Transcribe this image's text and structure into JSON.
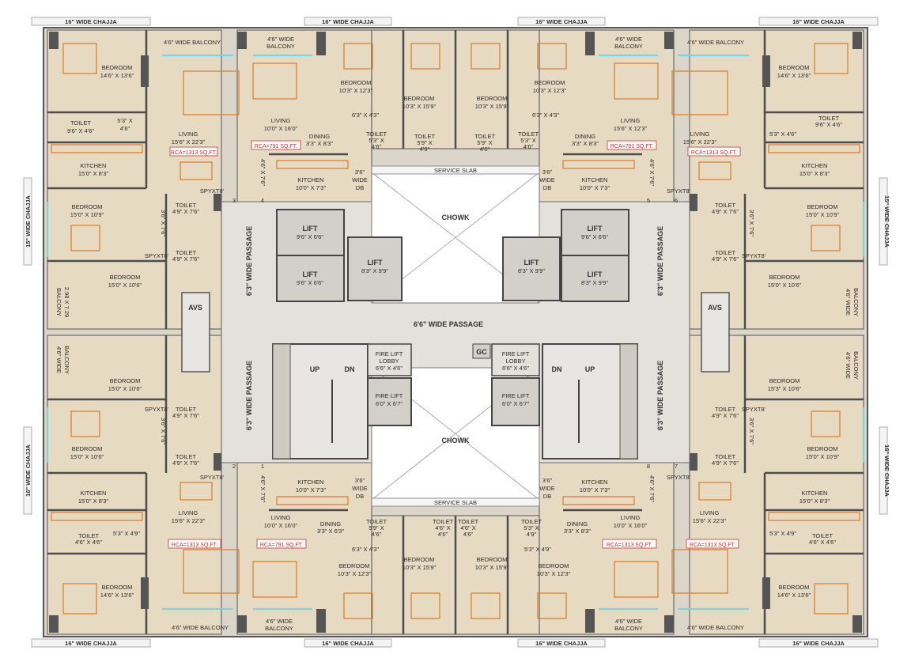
{
  "colors": {
    "flat_fill": "#e2d6bf",
    "floor": "#d8d2c6",
    "common": "#e4e1dc",
    "lift": "#d3d0cb",
    "wall": "#555555",
    "chajja": "#f2f2f2",
    "furniture": "#e07b1f",
    "glass": "#7fd3e0",
    "rca_box": "#d9534f"
  },
  "chajja": {
    "top_left": "16\" WIDE CHAJJA",
    "top_mid_left": "16\" WIDE CHAJJA",
    "top_mid_right": "16\" WIDE CHAJJA",
    "top_right": "16\" WIDE CHAJJA",
    "bottom_left": "16\" WIDE CHAJJA",
    "bottom_mid_left": "16\" WIDE CHAJJA",
    "bottom_mid_right": "16\" WIDE CHAJJA",
    "bottom_right": "16\" WIDE CHAJJA",
    "left_top": "15\" WIDE CHAJJA",
    "left_bottom": "16\" WIDE CHAJJA",
    "right_top": "15\" WIDE CHAJJA",
    "right_bottom": "16\" WIDE CHAJJA"
  },
  "balconies": {
    "top_left": "4'6\" WIDE BALCONY",
    "top_mid_left_1": "4'6\" WIDE",
    "top_mid_left_2": "BALCONY",
    "top_mid_right_1": "4'6\" WIDE",
    "top_mid_right_2": "BALCONY",
    "top_right": "4'6\" WIDE BALCONY",
    "bottom_left": "4'6\" WIDE BALCONY",
    "bottom_mid_left_1": "4'6\" WIDE",
    "bottom_mid_left_2": "BALCONY",
    "bottom_mid_right_1": "4'6\" WIDE",
    "bottom_mid_right_2": "BALCONY",
    "bottom_right": "4'6\" WIDE BALCONY",
    "left_1": "BALCONY",
    "left_2": "2.98 X 7.29",
    "left_wide": "4'6\" WIDE",
    "left_wide_2": "BALCONY",
    "right_1": "4'6\" WIDE",
    "right_2": "BALCONY",
    "right_3": "4'6\" WIDE",
    "right_4": "BALCONY"
  },
  "flat_tl": {
    "bed_label": "BEDROOM",
    "bed_size": "14'6\" X 13'6\"",
    "toilet_label": "TOILET",
    "toilet_size": "9'6\" X 4'6\"",
    "dim_a": "5'3\" X",
    "dim_b": "4'6\"",
    "living_label": "LIVING",
    "living_size": "15'6\" X 22'3\"",
    "rca": "RCA=1313 SQ.FT.",
    "kitchen_label": "KITCHEN",
    "kitchen_size": "15'0\" X 8'3\"",
    "bed2_label": "BEDROOM",
    "bed2_size": "15'0\" X 10'9\"",
    "bed3_label": "BEDROOM",
    "bed3_size": "15'0\" X 10'6\"",
    "toilet2": "TOILET",
    "toilet2_size": "4'9\" X 7'6\"",
    "toilet3": "TOILET",
    "toilet3_size": "4'9\" X 7'6\"",
    "dim_c": "3'6\" X 7'6\"",
    "spy": "SPYXT8'",
    "spy2": "SPYXT8'",
    "flat_no": "3"
  },
  "flat_tm_left": {
    "living_label": "LIVING",
    "living_size": "10'0\" X 16'0\"",
    "rca": "RCA=791 SQ.FT.",
    "dining_label": "DINING",
    "dining_size": "3'3\" X 8'3\"",
    "bed_label": "BEDROOM",
    "bed_size": "10'3\" X 12'3\"",
    "bed2_label": "BEDROOM",
    "bed2_size": "10'3\" X 15'9\"",
    "dim": "6'3\" X 4'3\"",
    "toilet_a": "TOILET",
    "toilet_a_size": "5'3\" X",
    "toilet_a_size2": "4'6\"",
    "toilet_b": "TOILET",
    "toilet_b_size": "5'9\" X",
    "toilet_b_size2": "4'6\"",
    "kitchen_label": "KITCHEN",
    "kitchen_size": "10'0\" X 7'3\"",
    "db1": "3'6\"",
    "db2": "WIDE",
    "db3": "DB",
    "dim_side": "4'6\" X 7'6\"",
    "flat_no": "4"
  },
  "flat_tm_right": {
    "living_label": "LIVING",
    "living_size": "15'6\" X 12'3\"",
    "rca": "RCA=791 SQ.FT.",
    "dining_label": "DINING",
    "dining_size": "3'3\" X 8'3\"",
    "bed_label": "BEDROOM",
    "bed_size": "10'3\" X 12'3\"",
    "bed2_label": "BEDROOM",
    "bed2_size": "10'3\" X 15'9\"",
    "dim": "6'3\" X 4'3\"",
    "toilet_a": "TOILET",
    "toilet_a_size": "5'9\" X",
    "toilet_a_size2": "4'6\"",
    "toilet_b": "TOILET",
    "toilet_b_size": "5'3\" X",
    "toilet_b_size2": "4'6\"",
    "kitchen_label": "KITCHEN",
    "kitchen_size": "10'0\" X 7'3\"",
    "db1": "3'6\"",
    "db2": "WIDE",
    "db3": "DB",
    "dim_side": "4'6\" X 7'6\"",
    "flat_no": "5"
  },
  "flat_tr": {
    "bed_label": "BEDROOM",
    "bed_size": "14'6\" X 13'6\"",
    "toilet_label": "TOILET",
    "toilet_size": "9'6\" X 4'6\"",
    "dim_a": "5'3\" X 4'6\"",
    "living_label": "LIVING",
    "living_size": "15'6\" X 22'3\"",
    "rca": "RCA=1313 SQ.FT.",
    "kitchen_label": "KITCHEN",
    "kitchen_size": "15'0\" X 8'3\"",
    "bed2_label": "BEDROOM",
    "bed2_size": "15'0\" X 10'9\"",
    "bed3_label": "BEDROOM",
    "bed3_size": "15'0\" X 10'6\"",
    "toilet2": "TOILET",
    "toilet2_size": "4'9\" X 7'6\"",
    "toilet3": "TOILET",
    "toilet3_size": "4'9\" X 7'6\"",
    "dim_c": "3'6\" X 7'6\"",
    "spy": "SPYXT8'",
    "spy2": "SPYXT8'",
    "flat_no": "6"
  },
  "flat_bl": {
    "bed_label": "BEDROOM",
    "bed_size": "14'6\" X 13'6\"",
    "toilet_label": "TOILET",
    "toilet_size": "4'6\" X 4'6\"",
    "dim_a": "5'3\" X 4'9\"",
    "living_label": "LIVING",
    "living_size": "15'6\" X 22'3\"",
    "rca": "RCA=1313 SQ.FT.",
    "kitchen_label": "KITCHEN",
    "kitchen_size": "15'0\" X 8'3\"",
    "bed2_label": "BEDROOM",
    "bed2_size": "15'0\" X 10'6\"",
    "bed3_label": "BEDROOM",
    "bed3_size": "15'0\" X 10'6\"",
    "toilet2": "TOILET",
    "toilet2_size": "4'9\" X 7'6\"",
    "toilet3": "TOILET",
    "toilet3_size": "4'9\" X 7'6\"",
    "dim_c": "3'6\" X 7'6\"",
    "spy": "SPYXT8'",
    "spy2": "SPYXT8'",
    "flat_no": "2"
  },
  "flat_bm_left": {
    "living_label": "LIVING",
    "living_size": "10'0\" X 16'0\"",
    "rca": "RCA=791 SQ.FT.",
    "dining_label": "DINING",
    "dining_size": "3'3\" X 6'3\"",
    "bed_label": "BEDROOM",
    "bed_size": "10'3\" X 12'3\"",
    "bed2_label": "BEDROOM",
    "bed2_size": "10'3\" X 15'9\"",
    "dim": "6'3\" X 4'3\"",
    "toilet_a": "TOILET",
    "toilet_a_size": "5'9\" X",
    "toilet_a_size2": "4'6\"",
    "toilet_b": "TOILET",
    "toilet_b_size": "4'6\" X",
    "toilet_b_size2": "4'6\"",
    "kitchen_label": "KITCHEN",
    "kitchen_size": "10'0\" X 7'3\"",
    "db1": "3'6\"",
    "db2": "WIDE",
    "db3": "DB",
    "dim_side": "4'6\" X 7'6\"",
    "flat_no": "1"
  },
  "flat_bm_right": {
    "living_label": "LIVING",
    "living_size": "10'0\" X 16'0\"",
    "rca": "RCA=1313 SQ.FT.",
    "dining_label": "DINING",
    "dining_size": "3'3\" X 8'3\"",
    "bed_label": "BEDROOM",
    "bed_size": "10'3\" X 12'3\"",
    "bed2_label": "BEDROOM",
    "bed2_size": "10'3\" X 15'9\"",
    "dim": "5'3\" X 4'9\"",
    "toilet_a": "TOILET",
    "toilet_a_size": "4'6\" X",
    "toilet_a_size2": "4'6\"",
    "toilet_b": "TOILET",
    "toilet_b_size": "5'3\" X",
    "toilet_b_size2": "4'9\"",
    "kitchen_label": "KITCHEN",
    "kitchen_size": "10'0\" X 7'3\"",
    "db1": "3'6\"",
    "db2": "WIDE",
    "db3": "DB",
    "dim_side": "4'6\" X 7'6\"",
    "flat_no": "8"
  },
  "flat_br": {
    "bed_label": "BEDROOM",
    "bed_size": "14'6\" X 13'6\"",
    "toilet_label": "TOILET",
    "toilet_size": "4'6\" X 4'6\"",
    "dim_a": "5'3\" X 4'9\"",
    "living_label": "LIVING",
    "living_size": "15'6\" X 22'3\"",
    "rca": "RCA=1313 SQ.FT.",
    "kitchen_label": "KITCHEN",
    "kitchen_size": "15'0\" X 8'3\"",
    "bed2_label": "BEDROOM",
    "bed2_size": "15'0\" X 10'9\"",
    "bed3_label": "BEDROOM",
    "bed3_size": "15'3\" X 10'6\"",
    "toilet2": "TOILET",
    "toilet2_size": "4'9\" X 7'6\"",
    "toilet3": "TOILET",
    "toilet3_size": "4'9\" X 7'6\"",
    "dim_c": "3'6\" X 7'6\"",
    "spy": "SPYXT8'",
    "spy2": "SPYXT8'",
    "flat_no": "7"
  },
  "core": {
    "chowk_top": "CHOWK",
    "chowk_bottom": "CHOWK",
    "service_slab_top": "SERVICE SLAB",
    "service_slab_bottom": "SERVICE SLAB",
    "passage_mid": "6'6\" WIDE PASSAGE",
    "passage_left_top": "6'3\" WIDE PASSAGE",
    "passage_left_bottom": "6'3\" WIDE PASSAGE",
    "passage_right_top": "6'3\" WIDE PASSAGE",
    "passage_right_bottom": "6'3\" WIDE PASSAGE",
    "avs_left": "AVS",
    "avs_right": "AVS",
    "gc": "GC",
    "lifts": [
      {
        "label": "LIFT",
        "size": "9'6\" X 6'6\""
      },
      {
        "label": "LIFT",
        "size": "9'6\" X 6'6\""
      },
      {
        "label": "LIFT",
        "size": "8'3\" X 9'9\""
      },
      {
        "label": "LIFT",
        "size": "9'6\" X 6'6\""
      },
      {
        "label": "LIFT",
        "size": "8'3\" X 9'9\""
      },
      {
        "label": "LIFT",
        "size": "8'3\" X 9'9\""
      }
    ],
    "fire_lift_lobby_l1": "FIRE LIFT",
    "fire_lift_lobby_l2": "LOBBY",
    "fire_lift_lobby_size": "6'6\" X 4'6\"",
    "fire_lift_l": "FIRE LIFT",
    "fire_lift_l_size": "6'0\" X 6'7\"",
    "fire_lift_lobby_r1": "FIRE LIFT",
    "fire_lift_lobby_r2": "LOBBY",
    "fire_lift_lobby_r_size": "6'6\" X 4'6\"",
    "fire_lift_r": "FIRE LIFT",
    "fire_lift_r_size": "6'0\" X 6'7\"",
    "up_l": "UP",
    "dn_l": "DN",
    "up_r": "UP",
    "dn_r": "DN"
  }
}
